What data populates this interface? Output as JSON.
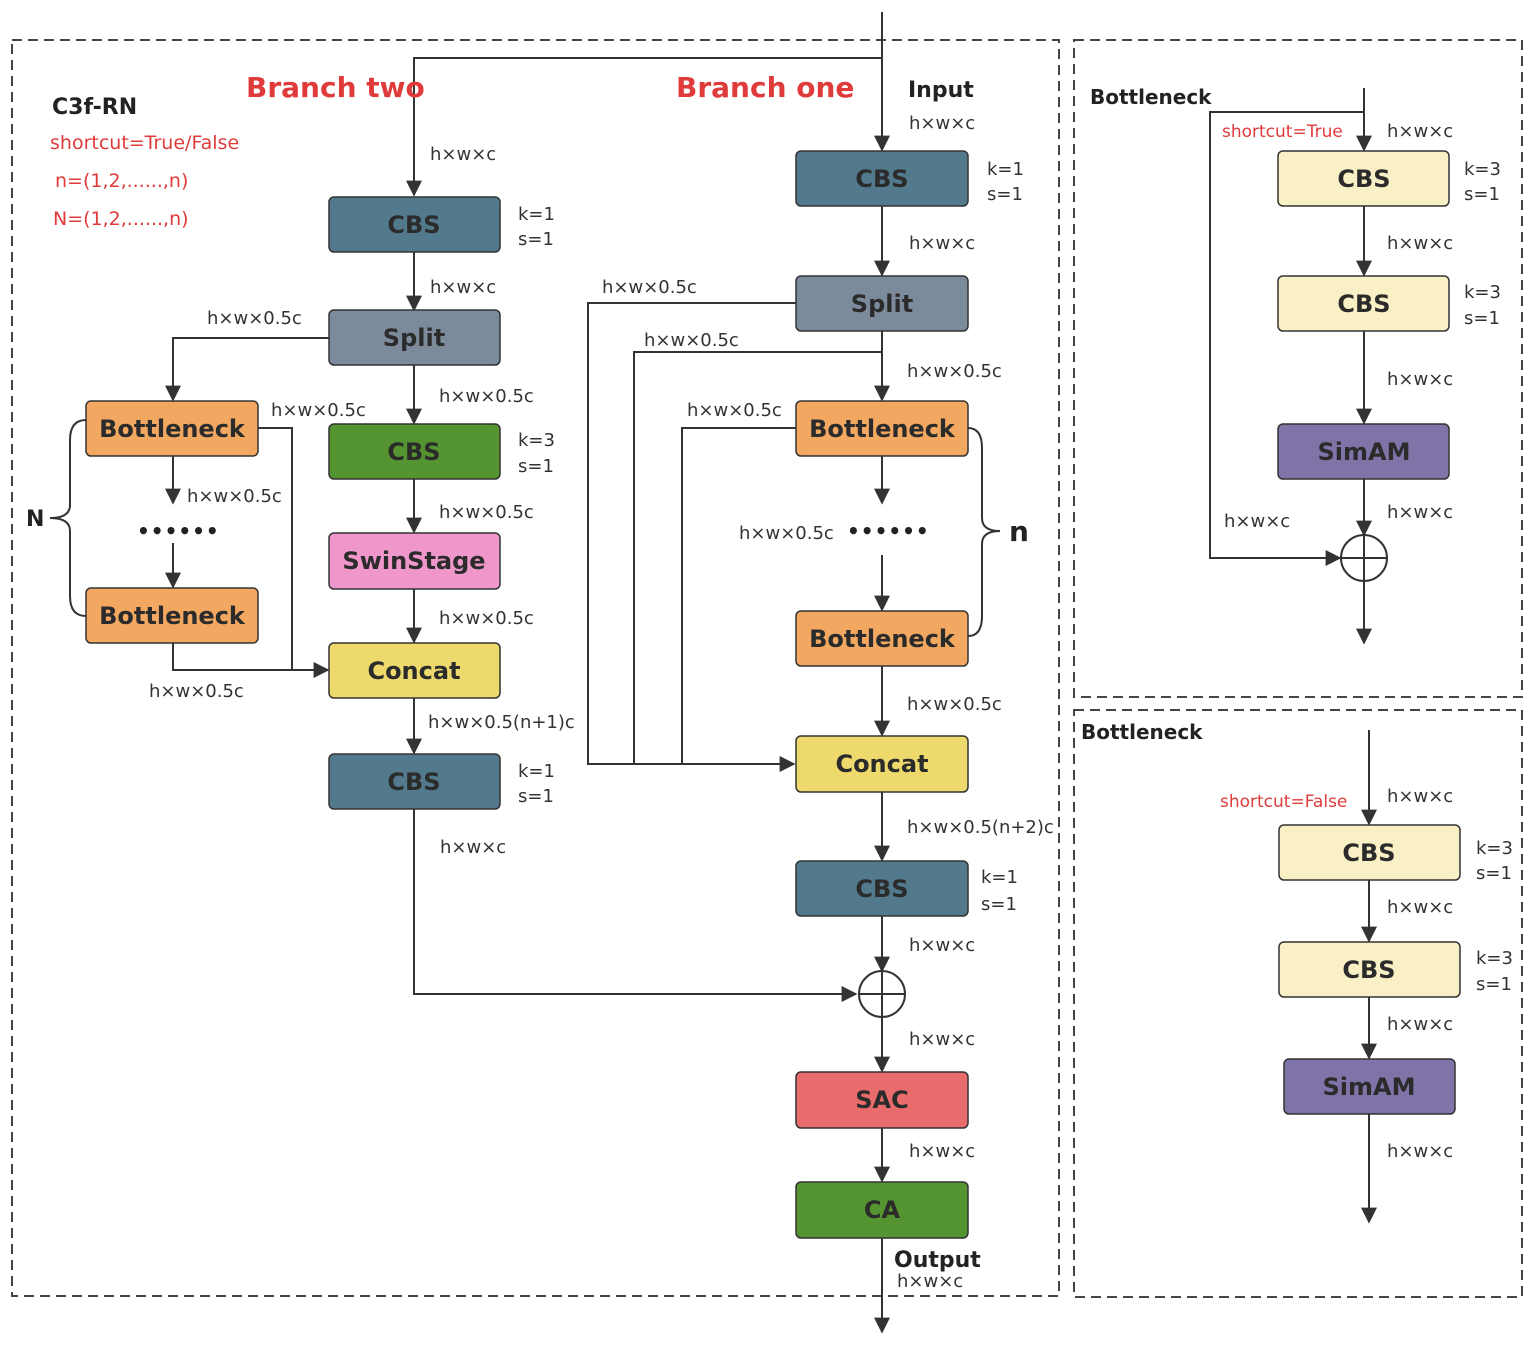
{
  "main_panel": {
    "name": "C3f-RN",
    "params": [
      "shortcut=True/False",
      "n=(1,2,......,n)",
      "N=(1,2,......,n)"
    ],
    "branch_two_title": "Branch two",
    "branch_one_title": "Branch one",
    "input_label": "Input",
    "output_label": "Output",
    "N_label": "N",
    "n_label": "n",
    "dots": "••••••"
  },
  "blocks": {
    "cbs": "CBS",
    "split": "Split",
    "bottleneck": "Bottleneck",
    "swinstage": "SwinStage",
    "concat": "Concat",
    "sac": "SAC",
    "ca": "CA",
    "simam": "SimAM"
  },
  "params": {
    "k1": "k=1",
    "k3": "k=3",
    "s1": "s=1"
  },
  "dims": {
    "hwc": "h×w×c",
    "hw05c": "h×w×0.5c",
    "hw05n1c": "h×w×0.5(n+1)c",
    "hw05n2c": "h×w×0.5(n+2)c"
  },
  "side_top": {
    "title": "Bottleneck",
    "shortcut": "shortcut=True"
  },
  "side_bottom": {
    "title": "Bottleneck",
    "shortcut": "shortcut=False"
  },
  "colors": {
    "cbs_blue": "#52798c",
    "split_gray": "#7c8b9b",
    "bottleneck_orange": "#f2a860",
    "cbs_green": "#549431",
    "swinstage_pink": "#ef97cb",
    "concat_yellow": "#eed96c",
    "sac_red": "#ea6b6b",
    "ca_green": "#549431",
    "cbs_cream": "#faf0c5",
    "simam_purple": "#8073a8",
    "title_red": "#e03b3b"
  }
}
